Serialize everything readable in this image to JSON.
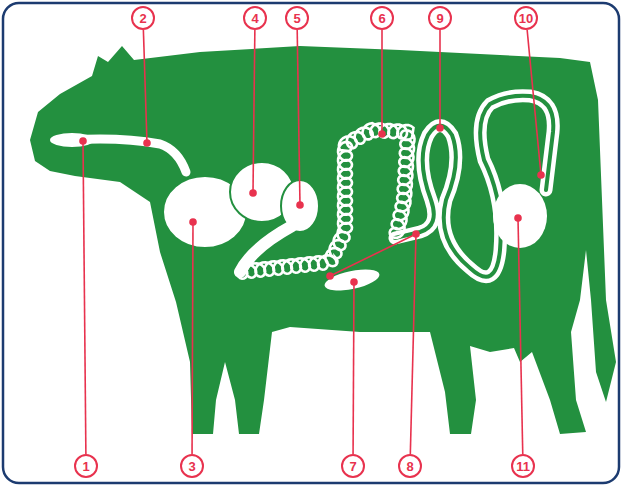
{
  "diagram": {
    "labels": [
      "2",
      "4",
      "5",
      "6",
      "9",
      "10",
      "1",
      "3",
      "7",
      "8",
      "11"
    ]
  }
}
